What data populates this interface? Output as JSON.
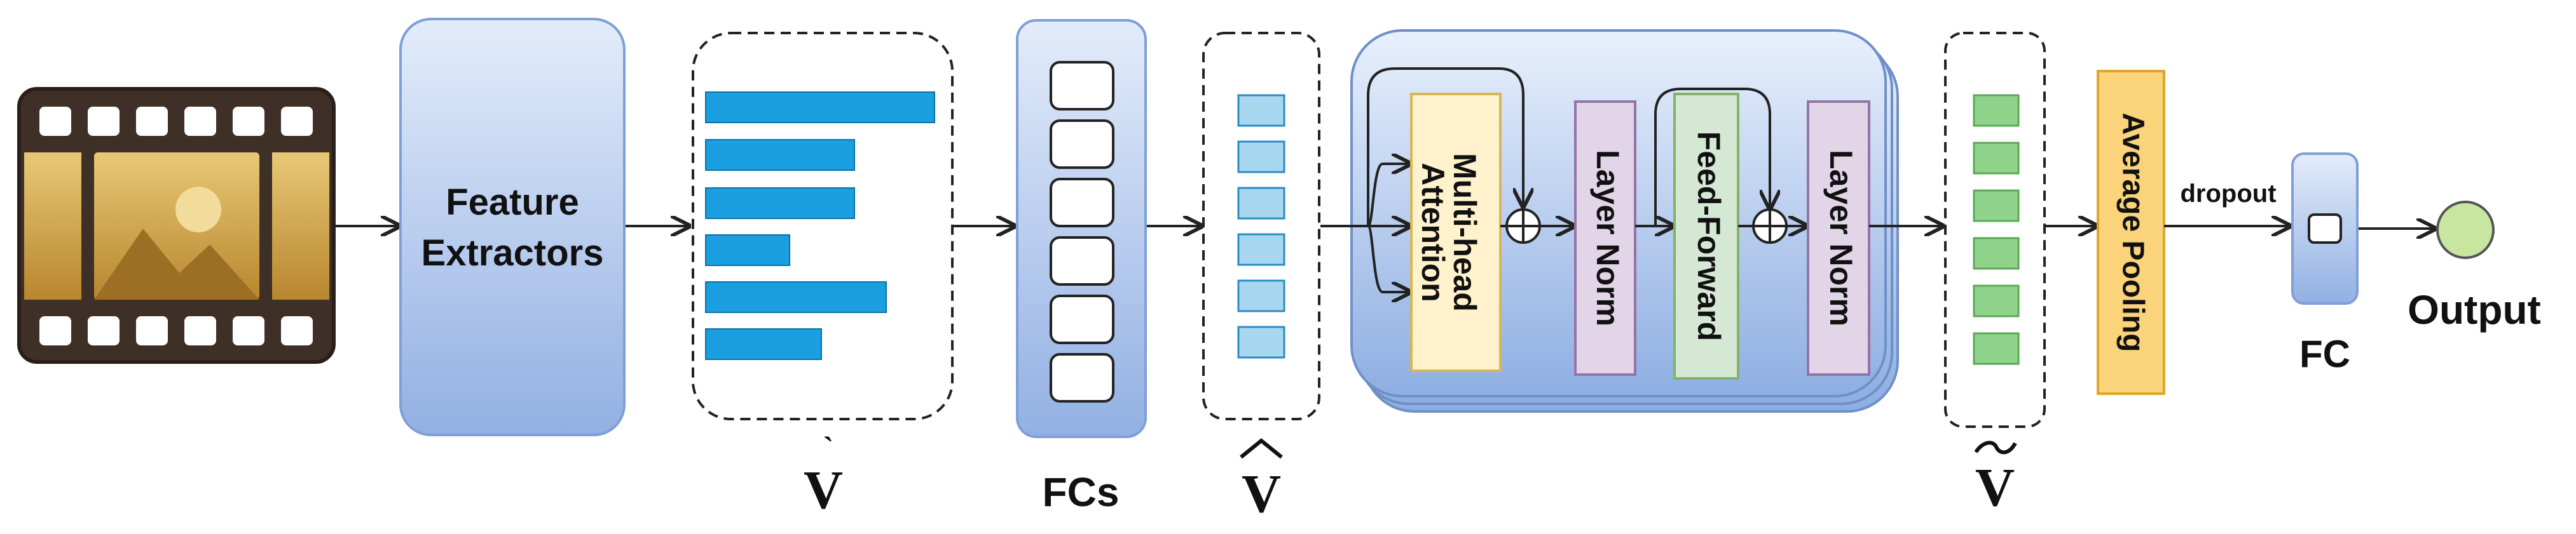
{
  "blocks": {
    "feature_extractors": {
      "line1": "Feature",
      "line2": "Extractors"
    },
    "fcs": {
      "label": "FCs"
    },
    "attention": {
      "line1": "Multi-head",
      "line2": "Attention"
    },
    "layer_norm_1": {
      "label": "Layer Norm"
    },
    "feed_forward": {
      "label": "Feed-Forward"
    },
    "layer_norm_2": {
      "label": "Layer Norm"
    },
    "average_pooling": {
      "label": "Average Pooling"
    },
    "dropout": {
      "label": "dropout"
    },
    "fc": {
      "label": "FC"
    },
    "output": {
      "label": "Output"
    }
  },
  "symbols": {
    "v": "V",
    "v_hat": "V",
    "v_tilde": "V"
  },
  "colors": {
    "block_blue_top": "#dde8f8",
    "block_blue_bottom": "#94b2e4",
    "block_border": "#7f9fd6",
    "feature_bar": "#1a9fe0",
    "hat_square": "#a8d8f0",
    "tilde_square": "#8fd48a",
    "attention_fill": "#fff2cc",
    "attention_border": "#d6b656",
    "layer_norm_fill": "#e1d5e7",
    "layer_norm_border": "#9673a6",
    "feed_forward_fill": "#d5e8d4",
    "feed_forward_border": "#82b366",
    "pooling_fill": "#fad37a",
    "pooling_border": "#e0a42a",
    "output_fill": "#c8e6a0",
    "film_frame": "#4a3a2c",
    "film_picture": "#c9a04a"
  }
}
